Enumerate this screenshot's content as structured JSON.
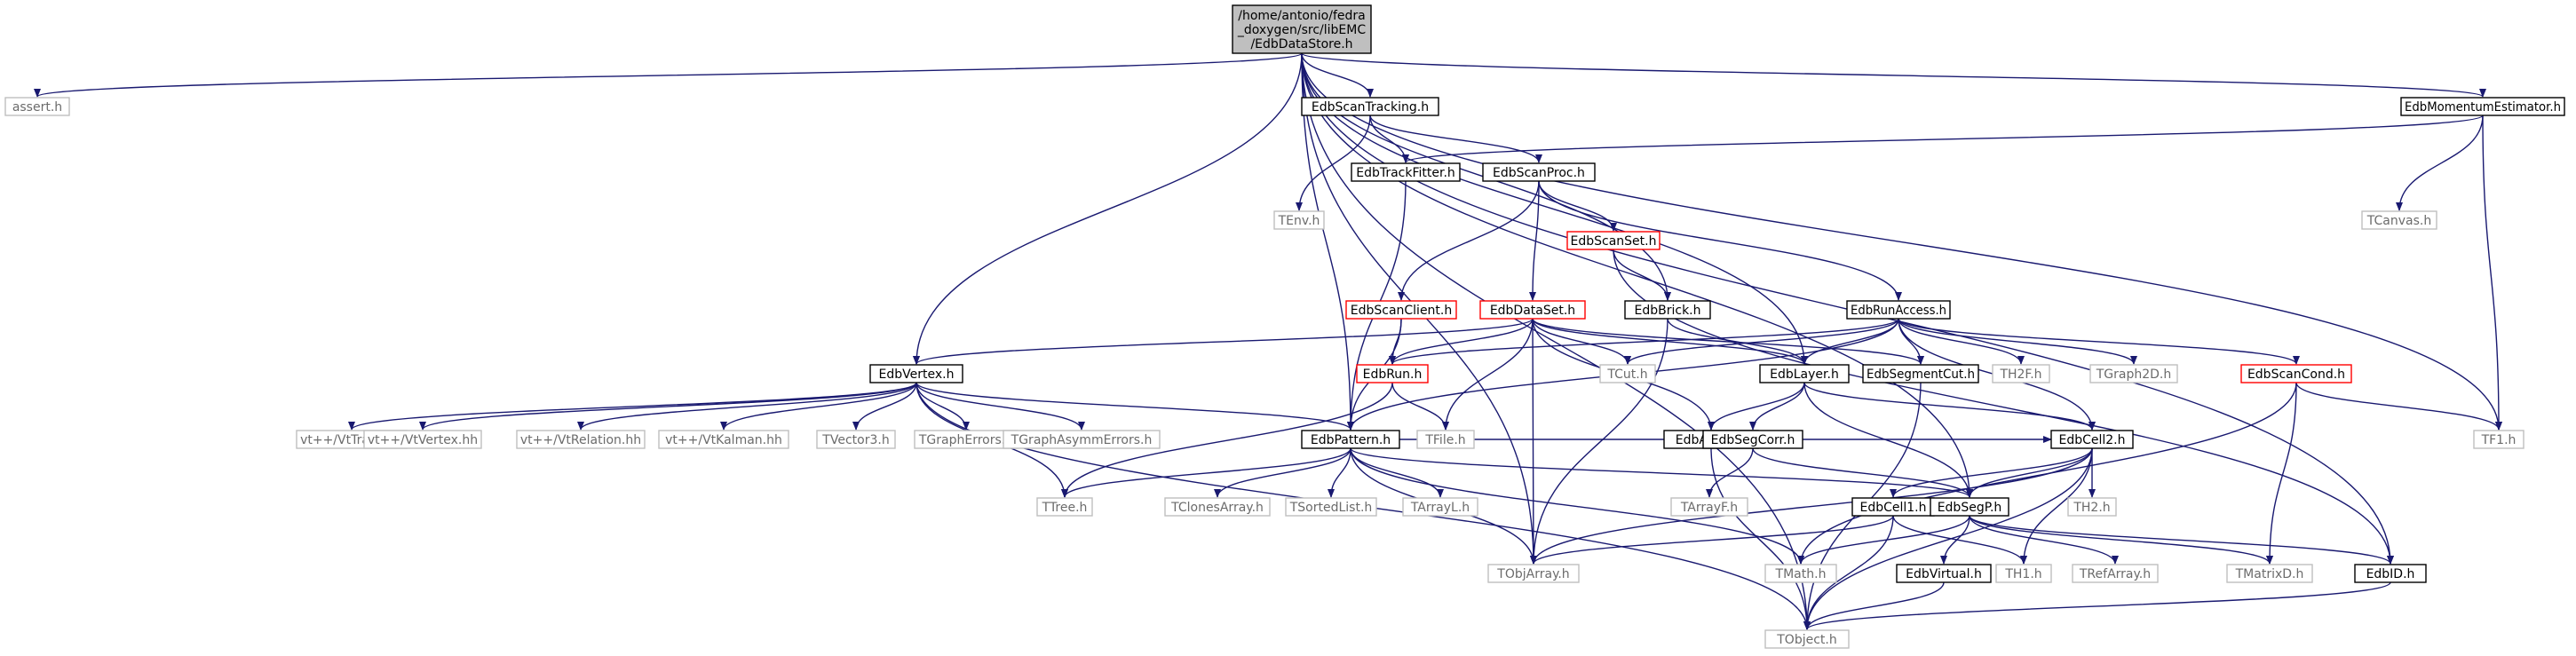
{
  "colors": {
    "edge": "#191970",
    "text_normal": "#000000",
    "text_external": "#6b6b6b",
    "border_normal": "#000000",
    "border_external": "#bfbfbf",
    "border_incomplete": "#ff0000",
    "root_fill": "#bfbfbf"
  },
  "nodes": [
    {
      "id": "root",
      "label_lines": [
        "/home/antonio/fedra",
        "_doxygen/src/libEMC",
        "/EdbDataStore.h"
      ],
      "kind": "root"
    },
    {
      "id": "assert",
      "label_lines": [
        "assert.h"
      ],
      "kind": "external"
    },
    {
      "id": "scantracking",
      "label_lines": [
        "EdbScanTracking.h"
      ],
      "kind": "normal"
    },
    {
      "id": "momentum",
      "label_lines": [
        "EdbMomentumEstimator.h"
      ],
      "kind": "normal"
    },
    {
      "id": "tenv",
      "label_lines": [
        "TEnv.h"
      ],
      "kind": "external"
    },
    {
      "id": "trackfitter",
      "label_lines": [
        "EdbTrackFitter.h"
      ],
      "kind": "normal"
    },
    {
      "id": "scanproc",
      "label_lines": [
        "EdbScanProc.h"
      ],
      "kind": "normal"
    },
    {
      "id": "tcanvas",
      "label_lines": [
        "TCanvas.h"
      ],
      "kind": "external"
    },
    {
      "id": "scanset",
      "label_lines": [
        "EdbScanSet.h"
      ],
      "kind": "incomplete"
    },
    {
      "id": "scanclient",
      "label_lines": [
        "EdbScanClient.h"
      ],
      "kind": "incomplete"
    },
    {
      "id": "dataset",
      "label_lines": [
        "EdbDataSet.h"
      ],
      "kind": "incomplete"
    },
    {
      "id": "brick",
      "label_lines": [
        "EdbBrick.h"
      ],
      "kind": "normal"
    },
    {
      "id": "runaccess",
      "label_lines": [
        "EdbRunAccess.h"
      ],
      "kind": "normal"
    },
    {
      "id": "vertex",
      "label_lines": [
        "EdbVertex.h"
      ],
      "kind": "normal"
    },
    {
      "id": "run",
      "label_lines": [
        "EdbRun.h"
      ],
      "kind": "incomplete"
    },
    {
      "id": "tcut",
      "label_lines": [
        "TCut.h"
      ],
      "kind": "external"
    },
    {
      "id": "layer",
      "label_lines": [
        "EdbLayer.h"
      ],
      "kind": "normal"
    },
    {
      "id": "segmentcut",
      "label_lines": [
        "EdbSegmentCut.h"
      ],
      "kind": "normal"
    },
    {
      "id": "th2f",
      "label_lines": [
        "TH2F.h"
      ],
      "kind": "external"
    },
    {
      "id": "tgraph2d",
      "label_lines": [
        "TGraph2D.h"
      ],
      "kind": "external"
    },
    {
      "id": "scancond",
      "label_lines": [
        "EdbScanCond.h"
      ],
      "kind": "incomplete"
    },
    {
      "id": "tf1",
      "label_lines": [
        "TF1.h"
      ],
      "kind": "external"
    },
    {
      "id": "vttrack",
      "label_lines": [
        "vt++/VtTrack.hh"
      ],
      "kind": "external"
    },
    {
      "id": "vtvertex",
      "label_lines": [
        "vt++/VtVertex.hh"
      ],
      "kind": "external"
    },
    {
      "id": "vtrelation",
      "label_lines": [
        "vt++/VtRelation.hh"
      ],
      "kind": "external"
    },
    {
      "id": "vtkalman",
      "label_lines": [
        "vt++/VtKalman.hh"
      ],
      "kind": "external"
    },
    {
      "id": "tvector3",
      "label_lines": [
        "TVector3.h"
      ],
      "kind": "external"
    },
    {
      "id": "tgrapherrors",
      "label_lines": [
        "TGraphErrors.h"
      ],
      "kind": "external"
    },
    {
      "id": "tgraphasymm",
      "label_lines": [
        "TGraphAsymmErrors.h"
      ],
      "kind": "external"
    },
    {
      "id": "pattern",
      "label_lines": [
        "EdbPattern.h"
      ],
      "kind": "normal"
    },
    {
      "id": "tfile",
      "label_lines": [
        "TFile.h"
      ],
      "kind": "external"
    },
    {
      "id": "affine",
      "label_lines": [
        "EdbAffine.h"
      ],
      "kind": "normal"
    },
    {
      "id": "segcorr",
      "label_lines": [
        "EdbSegCorr.h"
      ],
      "kind": "normal"
    },
    {
      "id": "cell2",
      "label_lines": [
        "EdbCell2.h"
      ],
      "kind": "normal"
    },
    {
      "id": "ttree",
      "label_lines": [
        "TTree.h"
      ],
      "kind": "external"
    },
    {
      "id": "tclonesarray",
      "label_lines": [
        "TClonesArray.h"
      ],
      "kind": "external"
    },
    {
      "id": "tsortedlist",
      "label_lines": [
        "TSortedList.h"
      ],
      "kind": "external"
    },
    {
      "id": "tarrayl",
      "label_lines": [
        "TArrayL.h"
      ],
      "kind": "external"
    },
    {
      "id": "tarrayf",
      "label_lines": [
        "TArrayF.h"
      ],
      "kind": "external"
    },
    {
      "id": "cell1",
      "label_lines": [
        "EdbCell1.h"
      ],
      "kind": "normal"
    },
    {
      "id": "segp",
      "label_lines": [
        "EdbSegP.h"
      ],
      "kind": "normal"
    },
    {
      "id": "th2",
      "label_lines": [
        "TH2.h"
      ],
      "kind": "external"
    },
    {
      "id": "tobjarray",
      "label_lines": [
        "TObjArray.h"
      ],
      "kind": "external"
    },
    {
      "id": "tmath",
      "label_lines": [
        "TMath.h"
      ],
      "kind": "external"
    },
    {
      "id": "virtual",
      "label_lines": [
        "EdbVirtual.h"
      ],
      "kind": "normal"
    },
    {
      "id": "th1",
      "label_lines": [
        "TH1.h"
      ],
      "kind": "external"
    },
    {
      "id": "trefarray",
      "label_lines": [
        "TRefArray.h"
      ],
      "kind": "external"
    },
    {
      "id": "tmatrixd",
      "label_lines": [
        "TMatrixD.h"
      ],
      "kind": "external"
    },
    {
      "id": "edbid",
      "label_lines": [
        "EdbID.h"
      ],
      "kind": "normal"
    },
    {
      "id": "tobject",
      "label_lines": [
        "TObject.h"
      ],
      "kind": "external"
    }
  ],
  "edges": [
    [
      "root",
      "assert"
    ],
    [
      "root",
      "scantracking"
    ],
    [
      "root",
      "momentum"
    ],
    [
      "root",
      "vertex"
    ],
    [
      "root",
      "pattern"
    ],
    [
      "root",
      "brick"
    ],
    [
      "root",
      "layer"
    ],
    [
      "root",
      "tobject"
    ],
    [
      "root",
      "tobjarray"
    ],
    [
      "root",
      "tf1"
    ],
    [
      "root",
      "segp"
    ],
    [
      "root",
      "edbid"
    ],
    [
      "scantracking",
      "tenv"
    ],
    [
      "scantracking",
      "trackfitter"
    ],
    [
      "scantracking",
      "scanproc"
    ],
    [
      "momentum",
      "trackfitter"
    ],
    [
      "momentum",
      "tcanvas"
    ],
    [
      "momentum",
      "tf1"
    ],
    [
      "trackfitter",
      "pattern"
    ],
    [
      "scanproc",
      "scanclient"
    ],
    [
      "scanproc",
      "dataset"
    ],
    [
      "scanproc",
      "scanset"
    ],
    [
      "scanproc",
      "runaccess"
    ],
    [
      "scanset",
      "brick"
    ],
    [
      "scanset",
      "edbid"
    ],
    [
      "scanclient",
      "run"
    ],
    [
      "scanclient",
      "pattern"
    ],
    [
      "dataset",
      "vertex"
    ],
    [
      "dataset",
      "run"
    ],
    [
      "dataset",
      "tcut"
    ],
    [
      "dataset",
      "layer"
    ],
    [
      "dataset",
      "segmentcut"
    ],
    [
      "dataset",
      "affine"
    ],
    [
      "dataset",
      "tfile"
    ],
    [
      "dataset",
      "tobjarray"
    ],
    [
      "brick",
      "layer"
    ],
    [
      "brick",
      "tobjarray"
    ],
    [
      "runaccess",
      "run"
    ],
    [
      "runaccess",
      "tcut"
    ],
    [
      "runaccess",
      "layer"
    ],
    [
      "runaccess",
      "segmentcut"
    ],
    [
      "runaccess",
      "th2f"
    ],
    [
      "runaccess",
      "tgraph2d"
    ],
    [
      "runaccess",
      "scancond"
    ],
    [
      "runaccess",
      "cell2"
    ],
    [
      "runaccess",
      "pattern"
    ],
    [
      "vertex",
      "vttrack"
    ],
    [
      "vertex",
      "vtvertex"
    ],
    [
      "vertex",
      "vtrelation"
    ],
    [
      "vertex",
      "vtkalman"
    ],
    [
      "vertex",
      "tvector3"
    ],
    [
      "vertex",
      "tgrapherrors"
    ],
    [
      "vertex",
      "tgraphasymm"
    ],
    [
      "vertex",
      "pattern"
    ],
    [
      "vertex",
      "ttree"
    ],
    [
      "vertex",
      "tobject"
    ],
    [
      "run",
      "tfile"
    ],
    [
      "run",
      "ttree"
    ],
    [
      "layer",
      "affine"
    ],
    [
      "layer",
      "segcorr"
    ],
    [
      "layer",
      "cell2"
    ],
    [
      "layer",
      "segp"
    ],
    [
      "segmentcut",
      "tobject"
    ],
    [
      "scancond",
      "tf1"
    ],
    [
      "scancond",
      "tmatrixd"
    ],
    [
      "scancond",
      "tmath"
    ],
    [
      "pattern",
      "ttree"
    ],
    [
      "pattern",
      "tclonesarray"
    ],
    [
      "pattern",
      "tsortedlist"
    ],
    [
      "pattern",
      "tarrayl"
    ],
    [
      "pattern",
      "tobjarray"
    ],
    [
      "pattern",
      "tmath"
    ],
    [
      "pattern",
      "segp"
    ],
    [
      "pattern",
      "cell2"
    ],
    [
      "affine",
      "tobject"
    ],
    [
      "segcorr",
      "tarrayf"
    ],
    [
      "segcorr",
      "segp"
    ],
    [
      "cell2",
      "cell1"
    ],
    [
      "cell2",
      "th2"
    ],
    [
      "cell2",
      "segp"
    ],
    [
      "cell2",
      "tobjarray"
    ],
    [
      "cell2",
      "th1"
    ],
    [
      "cell2",
      "tobject"
    ],
    [
      "cell1",
      "tobjarray"
    ],
    [
      "cell1",
      "th1"
    ],
    [
      "cell1",
      "tobject"
    ],
    [
      "segp",
      "virtual"
    ],
    [
      "segp",
      "tmath"
    ],
    [
      "segp",
      "trefarray"
    ],
    [
      "segp",
      "tmatrixd"
    ],
    [
      "segp",
      "edbid"
    ],
    [
      "virtual",
      "tobject"
    ],
    [
      "edbid",
      "tobject"
    ]
  ]
}
